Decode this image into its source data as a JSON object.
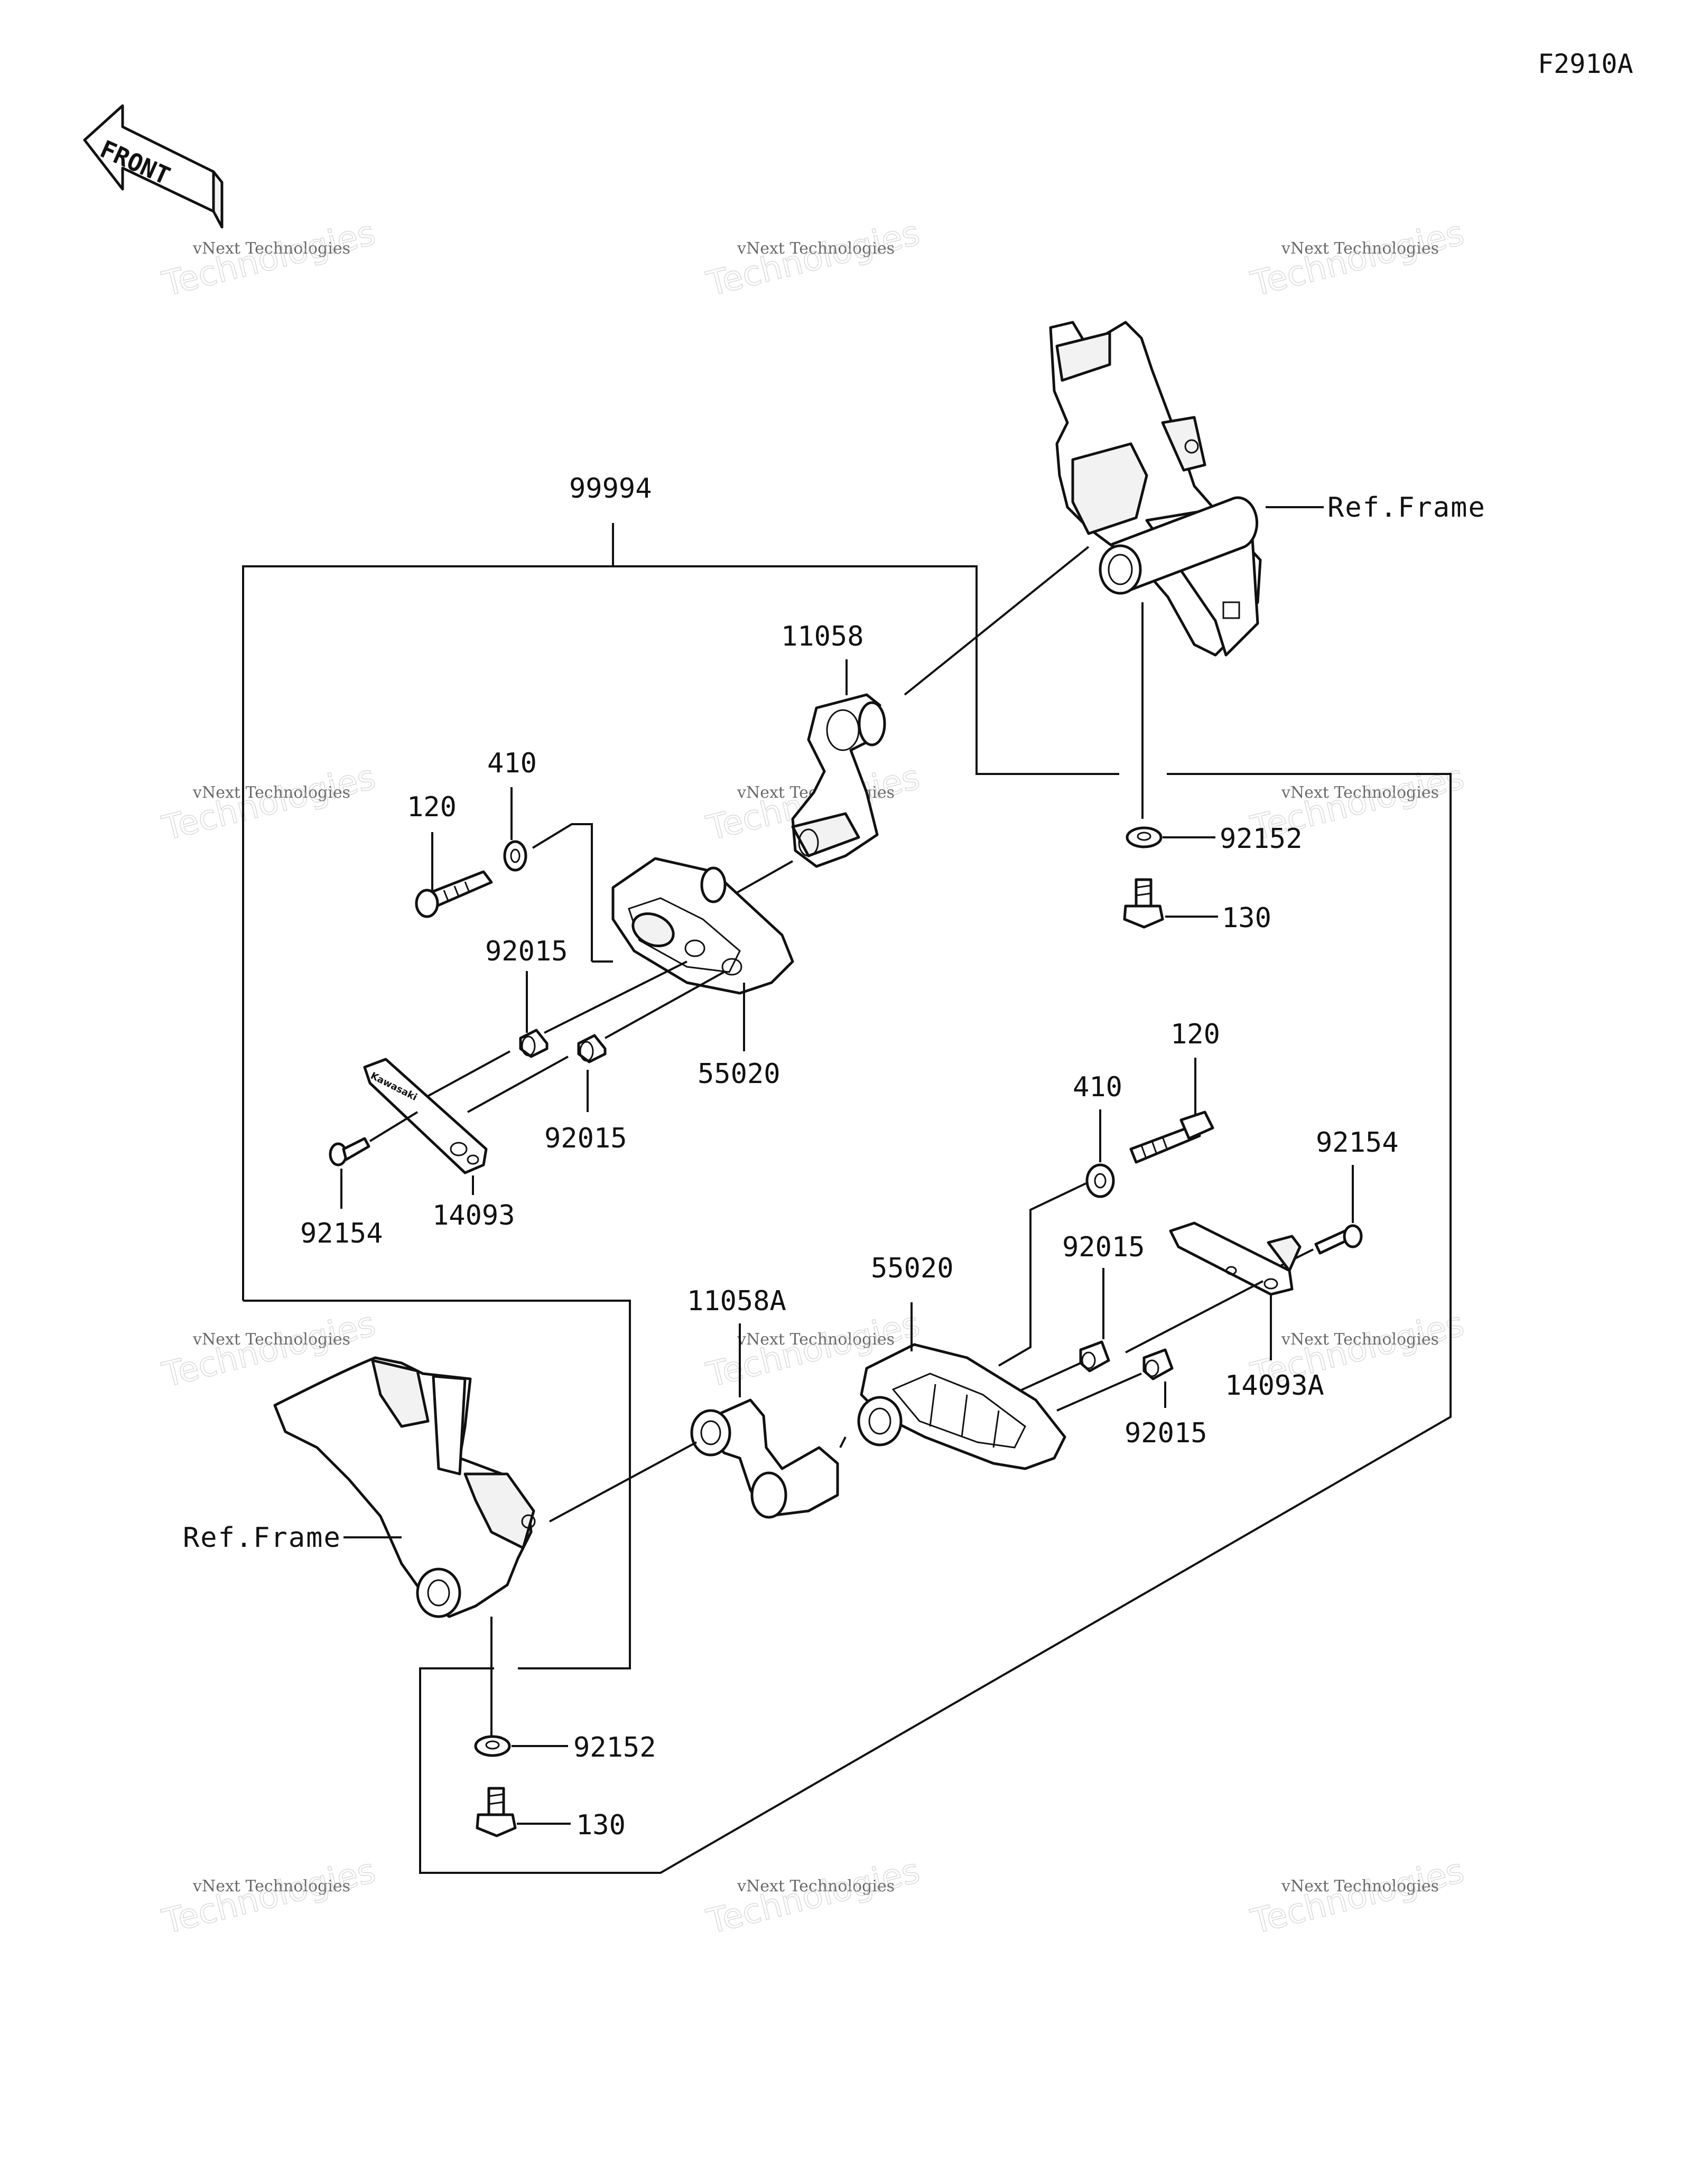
{
  "figure_code": "F2910A",
  "front_label": "FRONT",
  "watermark": {
    "line1": "vNext Technologies",
    "line2": "Technologies"
  },
  "assembly_label": "99994",
  "ref_frame_label": "Ref.Frame",
  "parts": {
    "p11058": "11058",
    "p410_upper": "410",
    "p120_upper": "120",
    "p92015_upper_left": "92015",
    "p55020_upper": "55020",
    "p92015_upper_right": "92015",
    "p92154_upper": "92154",
    "p14093": "14093",
    "p92152_upper": "92152",
    "p130_upper": "130",
    "p120_lower": "120",
    "p410_lower": "410",
    "p92154_lower": "92154",
    "p92015_lower_left": "92015",
    "p55020_lower": "55020",
    "p11058A": "11058A",
    "p14093A": "14093A",
    "p92015_lower_right": "92015",
    "p92152_lower": "92152",
    "p130_lower": "130"
  }
}
